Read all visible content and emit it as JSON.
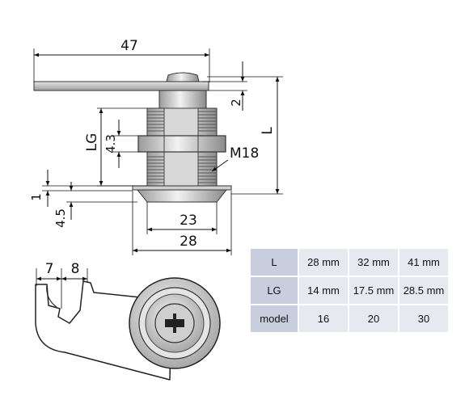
{
  "dimensions": {
    "d47": "47",
    "d2": "2",
    "dL": "L",
    "dLG": "LG",
    "d43": "4.3",
    "dM18": "M18",
    "d1": "1",
    "d45": "4.5",
    "d23": "23",
    "d28": "28",
    "d7": "7",
    "d8": "8"
  },
  "table": {
    "rows": [
      {
        "label": "L",
        "values": [
          "28 mm",
          "32 mm",
          "41 mm"
        ]
      },
      {
        "label": "LG",
        "values": [
          "14 mm",
          "17.5 mm",
          "28.5 mm"
        ]
      },
      {
        "label": "model",
        "values": [
          "16",
          "20",
          "30"
        ]
      }
    ]
  },
  "colors": {
    "header_cell": "#c9cedf",
    "value_cell": "#e7e9f1"
  }
}
